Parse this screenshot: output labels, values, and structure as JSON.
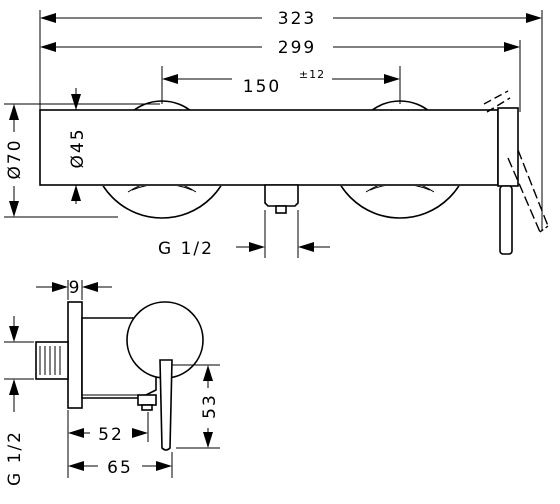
{
  "front_view": {
    "overall_width": "323",
    "body_width": "299",
    "inlet_spacing": "150",
    "inlet_spacing_tolerance": "±12",
    "body_height_dia": "Ø70",
    "body_dia": "Ø45",
    "outlet_thread": "G 1/2"
  },
  "side_view": {
    "wall_plate_thickness": "9",
    "outlet_height": "53",
    "inner_depth": "52",
    "total_depth": "65",
    "outlet_thread": "G 1/2"
  }
}
